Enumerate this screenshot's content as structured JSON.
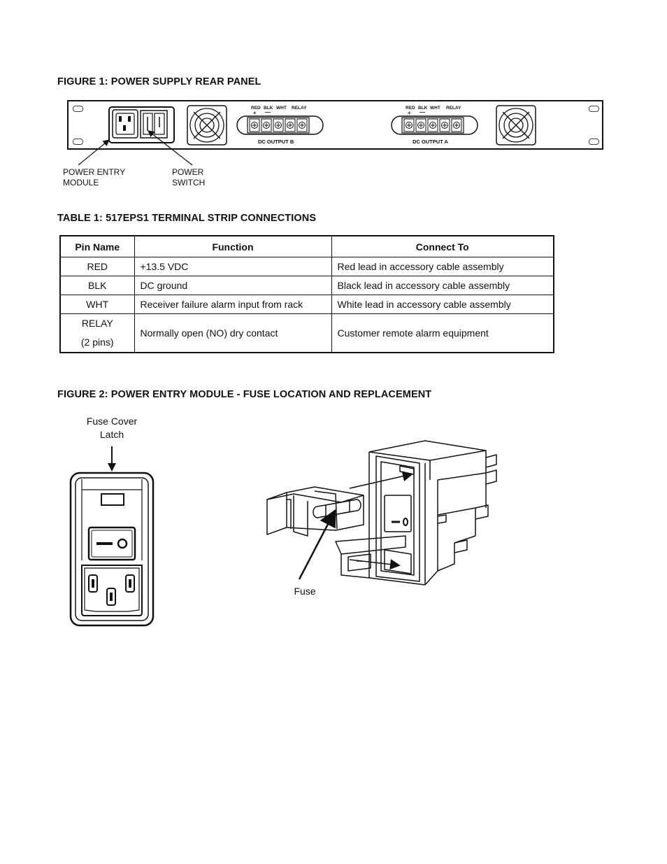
{
  "figure1": {
    "heading": "FIGURE 1:  POWER SUPPLY REAR PANEL",
    "output_b": {
      "label": "DC OUTPUT B",
      "terminals": [
        "RED",
        "BLK",
        "WHT",
        "RELAY"
      ],
      "signs": [
        "+",
        "—"
      ]
    },
    "output_a": {
      "label": "DC OUTPUT A",
      "terminals": [
        "RED",
        "BLK",
        "WHT",
        "RELAY"
      ],
      "signs": [
        "+",
        "—"
      ]
    },
    "callouts": {
      "power_entry": "POWER ENTRY\nMODULE",
      "power_switch": "POWER\nSWITCH"
    }
  },
  "table1": {
    "heading": "TABLE 1: 517EPS1 TERMINAL STRIP CONNECTIONS",
    "headers": [
      "Pin Name",
      "Function",
      "Connect To"
    ],
    "rows": [
      {
        "pin": "RED",
        "function": "+13.5 VDC",
        "connect": "Red lead in accessory cable assembly"
      },
      {
        "pin": "BLK",
        "function": "DC ground",
        "connect": "Black lead in accessory cable assembly"
      },
      {
        "pin": "WHT",
        "function": "Receiver failure alarm input from rack",
        "connect": "White lead in accessory cable assembly"
      },
      {
        "pin": "RELAY",
        "pin_sub": "(2 pins)",
        "function": "Normally open (NO) dry contact",
        "connect": "Customer remote alarm equipment"
      }
    ]
  },
  "figure2": {
    "heading": "FIGURE 2:  POWER ENTRY MODULE - FUSE LOCATION AND REPLACEMENT",
    "latch_label": "Fuse Cover\nLatch",
    "fuse_label": "Fuse"
  }
}
